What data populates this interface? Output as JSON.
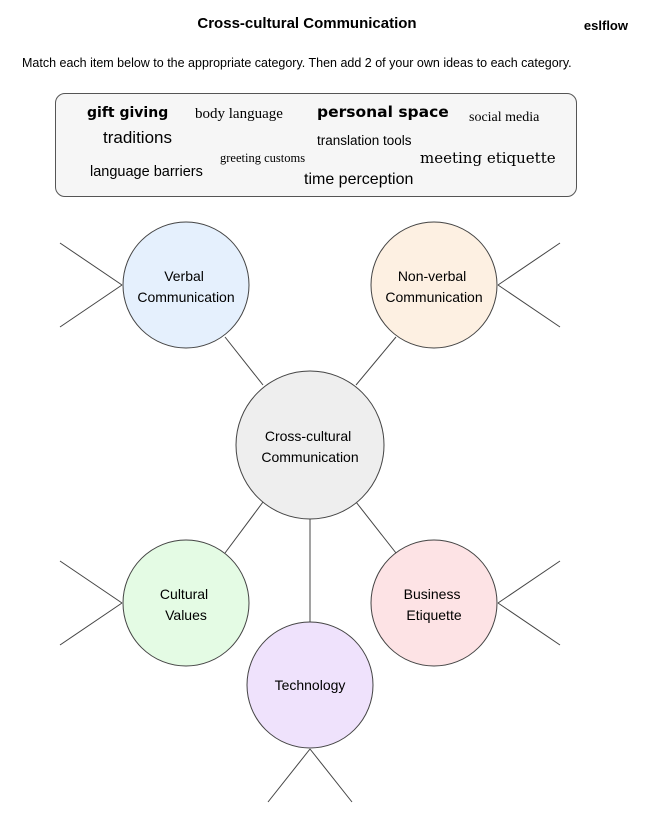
{
  "header": {
    "title": "Cross-cultural Communication",
    "brand": "eslflow"
  },
  "instructions": "Match each item below to the appropriate category.  Then add 2 of your own ideas to each category.",
  "word_bank": [
    "gift giving",
    "body language",
    "personal space",
    "social media",
    "traditions",
    "translation tools",
    "greeting customs",
    "meeting etiquette",
    "language barriers",
    "time perception"
  ],
  "diagram": {
    "center": {
      "lines": [
        "Cross-cultural",
        "Communication"
      ],
      "color": "#eeeeee"
    },
    "categories": [
      {
        "id": "verbal",
        "lines": [
          "Verbal",
          "Communication"
        ],
        "color": "#e5f0fd"
      },
      {
        "id": "nonverbal",
        "lines": [
          "Non-verbal",
          "Communication"
        ],
        "color": "#fdf0e2"
      },
      {
        "id": "cultural-values",
        "lines": [
          "Cultural",
          "Values"
        ],
        "color": "#e4fbe4"
      },
      {
        "id": "technology",
        "lines": [
          "Technology"
        ],
        "color": "#efe2fc"
      },
      {
        "id": "business-etiquette",
        "lines": [
          "Business",
          "Etiquette"
        ],
        "color": "#fde3e5"
      }
    ]
  }
}
